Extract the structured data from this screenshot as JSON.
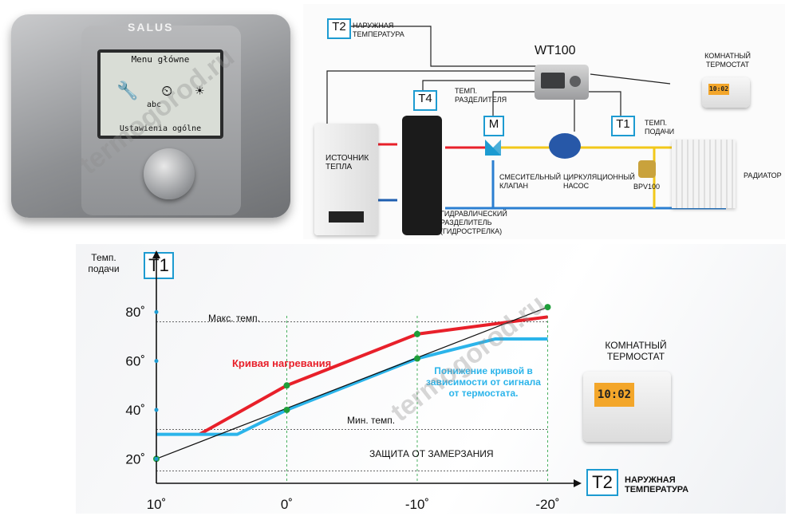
{
  "controller": {
    "brand": "SALUS",
    "screen_title": "Menu główne",
    "screen_footer": "Ustawienia ogólne",
    "screen_icon_text": "abc"
  },
  "schematic": {
    "t2": "T2",
    "t2_label": "НАРУЖНАЯ ТЕМПЕРАТУРА",
    "wt100": "WT100",
    "room_thermostat": "КОМНАТНЫЙ ТЕРМОСТАТ",
    "t4": "T4",
    "t4_label": "ТЕМП. РАЗДЕЛИТЕЛЯ",
    "m": "M",
    "t1": "T1",
    "t1_label": "ТЕМП. ПОДАЧИ",
    "heat_source": "ИСТОЧНИК ТЕПЛА",
    "mixing_valve": "СМЕСИТЕЛЬНЫЙ КЛАПАН",
    "circ_pump": "ЦИРКУЛЯЦИОННЫЙ НАСОС",
    "bpv": "BPV100",
    "radiator": "РАДИАТОР",
    "hydro_sep": "ГИДРАВЛИЧЕСКИЙ РАЗДЕЛИТЕЛЬ (ГИДРОСТРЕЛКА)",
    "thermo_display": "10:02"
  },
  "chart": {
    "t1_box": "T1",
    "t2_box": "T2",
    "ylabel": "Темп. подачи",
    "xlabel": "НАРУЖНАЯ ТЕМПЕРАТУРА",
    "room_thermostat": "КОМНАТНЫЙ ТЕРМОСТАТ",
    "thermo_display": "10:02",
    "max_temp": "Макс. темп.",
    "min_temp": "Мин. темп.",
    "frost": "ЗАЩИТА ОТ ЗАМЕРЗАНИЯ",
    "red_label": "Кривая нагревания",
    "blue_label": "Понижение кривой в зависимости от сигнала от термостата."
  },
  "chart_data": {
    "type": "line",
    "xlabel": "НАРУЖНАЯ ТЕМПЕРАТУРА",
    "ylabel": "Темп. подачи",
    "x_ticks": [
      "10˚",
      "0˚",
      "-10˚",
      "-20˚"
    ],
    "y_ticks": [
      "20˚",
      "40˚",
      "60˚",
      "80˚"
    ],
    "x_tick_values": [
      10,
      0,
      -10,
      -20
    ],
    "y_tick_values": [
      20,
      40,
      60,
      80
    ],
    "xlim": [
      10,
      -21.5
    ],
    "ylim": [
      10,
      98
    ],
    "series": [
      {
        "name": "Кривая нагревания",
        "color": "#e8202a",
        "x": [
          6.7,
          0,
          -10,
          -20
        ],
        "y": [
          30,
          50,
          71,
          78
        ]
      },
      {
        "name": "Понижение кривой в зависимости от сигнала от термостата.",
        "color": "#2bb4ea",
        "x": [
          10,
          3.8,
          0,
          -10,
          -16,
          -20
        ],
        "y": [
          30,
          30,
          40,
          61,
          69,
          69
        ]
      },
      {
        "name": "",
        "color": "#111111",
        "x": [
          10,
          -20
        ],
        "y": [
          20,
          82
        ]
      }
    ],
    "reference_lines": [
      {
        "label": "Макс. темп.",
        "y": 76
      },
      {
        "label": "Мин. темп.",
        "y": 32
      },
      {
        "label": "ЗАЩИТА ОТ ЗАМЕРЗАНИЯ",
        "y": 15
      }
    ],
    "points": [
      {
        "x": 10,
        "y": 20,
        "color": "#1e9e3a"
      },
      {
        "x": 0,
        "y": 50,
        "color": "#1e9e3a"
      },
      {
        "x": 0,
        "y": 40,
        "color": "#1e9e3a"
      },
      {
        "x": -10,
        "y": 71,
        "color": "#1e9e3a"
      },
      {
        "x": -10,
        "y": 61,
        "color": "#1e9e3a"
      },
      {
        "x": -20,
        "y": 82,
        "color": "#1e9e3a"
      }
    ]
  }
}
